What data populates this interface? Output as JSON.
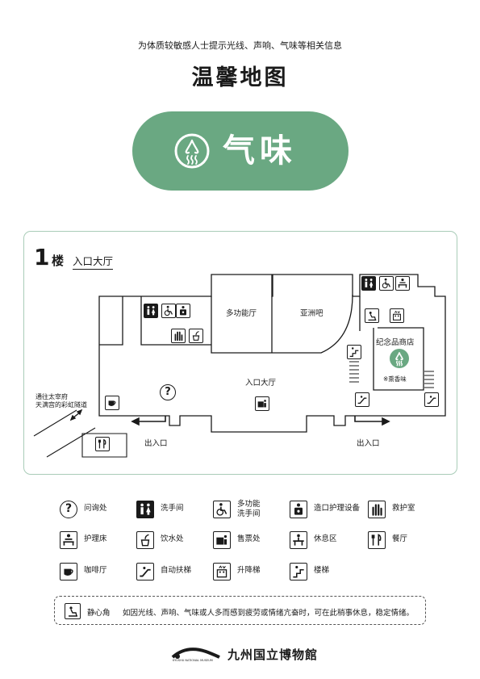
{
  "header": {
    "subtitle": "为体质较敏感人士提示光线、声响、气味等相关信息",
    "title": "温馨地图"
  },
  "category": {
    "label": "气味",
    "icon": "nose-smell-icon",
    "color": "#6aa882"
  },
  "floor": {
    "number": "1",
    "unit": "楼",
    "area": "入口大厅"
  },
  "map": {
    "rooms": {
      "multipurpose_hall": "多功能厅",
      "asia_bar": "亚洲吧",
      "entrance_hall": "入口大厅",
      "gift_shop": "纪念品商店",
      "exit_left": "出入口",
      "exit_right": "出入口"
    },
    "passage": "通往太宰府\n天满宫的彩虹隧道",
    "smell_note": "※熏香味"
  },
  "legend": [
    {
      "icon": "question-icon",
      "label": "问询处"
    },
    {
      "icon": "restroom-icon",
      "label": "洗手间"
    },
    {
      "icon": "accessible-restroom-icon",
      "label": "多功能\n洗手间"
    },
    {
      "icon": "ostomy-icon",
      "label": "造口护理设备"
    },
    {
      "icon": "first-aid-icon",
      "label": "救护室"
    },
    {
      "icon": "care-bed-icon",
      "label": "护理床"
    },
    {
      "icon": "water-fountain-icon",
      "label": "饮水处"
    },
    {
      "icon": "ticket-icon",
      "label": "售票处"
    },
    {
      "icon": "rest-area-icon",
      "label": "休息区"
    },
    {
      "icon": "restaurant-icon",
      "label": "餐厅"
    },
    {
      "icon": "coffee-icon",
      "label": "咖啡厅"
    },
    {
      "icon": "escalator-icon",
      "label": "自动扶梯"
    },
    {
      "icon": "elevator-icon",
      "label": "升降梯"
    },
    {
      "icon": "stairs-icon",
      "label": "楼梯"
    }
  ],
  "note": {
    "icon": "quiet-corner-icon",
    "label": "静心角",
    "text": "如因光线、声响、气味或人多而感到疲劳或情绪亢奋时，可在此稍事休息，稳定情绪。"
  },
  "footer": {
    "museum_name": "九州国立博物館",
    "museum_name_en": "KYUSHU NATIONAL MUSEUM"
  }
}
